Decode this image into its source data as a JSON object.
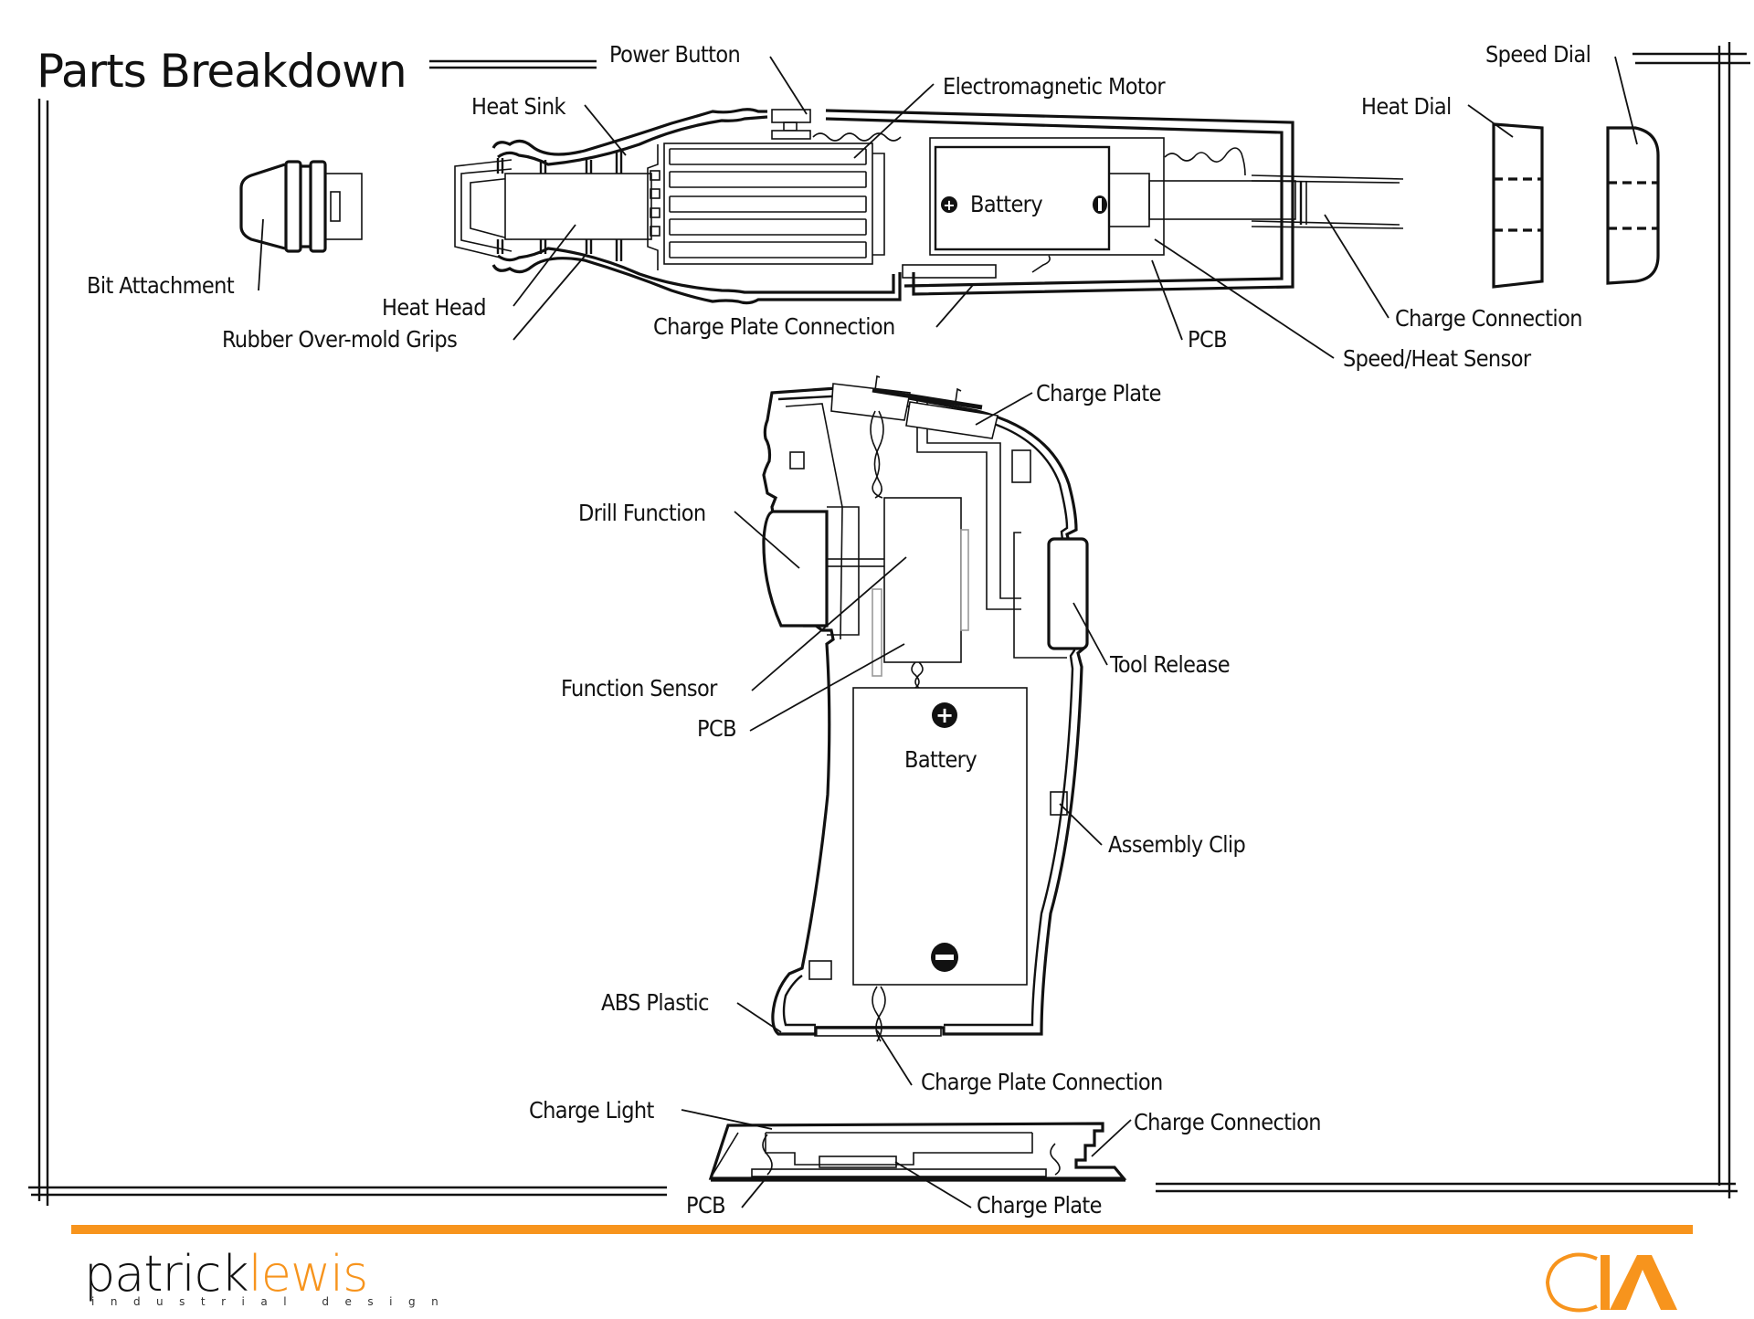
{
  "title": "Parts Breakdown",
  "accent_color": "#f7941d",
  "top_view": {
    "labels": {
      "power_button": "Power Button",
      "electromagnetic_motor": "Electromagnetic Motor",
      "heat_sink": "Heat Sink",
      "speed_dial": "Speed Dial",
      "heat_dial": "Heat Dial",
      "bit_attachment": "Bit Attachment",
      "heat_head": "Heat Head",
      "rubber_grips": "Rubber Over-mold Grips",
      "charge_plate_connection": "Charge Plate Connection",
      "pcb": "PCB",
      "charge_connection": "Charge Connection",
      "speed_heat_sensor": "Speed/Heat Sensor",
      "battery": "Battery"
    },
    "battery_symbols": {
      "positive": "+",
      "negative": "|"
    }
  },
  "side_view": {
    "labels": {
      "charge_plate": "Charge Plate",
      "drill_function": "Drill Function",
      "tool_release": "Tool Release",
      "function_sensor": "Function Sensor",
      "pcb": "PCB",
      "battery": "Battery",
      "assembly_clip": "Assembly Clip",
      "abs_plastic": "ABS Plastic",
      "charge_plate_connection": "Charge Plate Connection"
    },
    "battery_symbols": {
      "positive": "+",
      "negative": "−"
    }
  },
  "dock_view": {
    "labels": {
      "charge_light": "Charge Light",
      "charge_connection": "Charge Connection",
      "pcb": "PCB",
      "charge_plate": "Charge Plate"
    }
  },
  "footer": {
    "brand_first": "patrick",
    "brand_last": "lewis",
    "brand_sub": "industrial design",
    "logo": "CIA"
  }
}
